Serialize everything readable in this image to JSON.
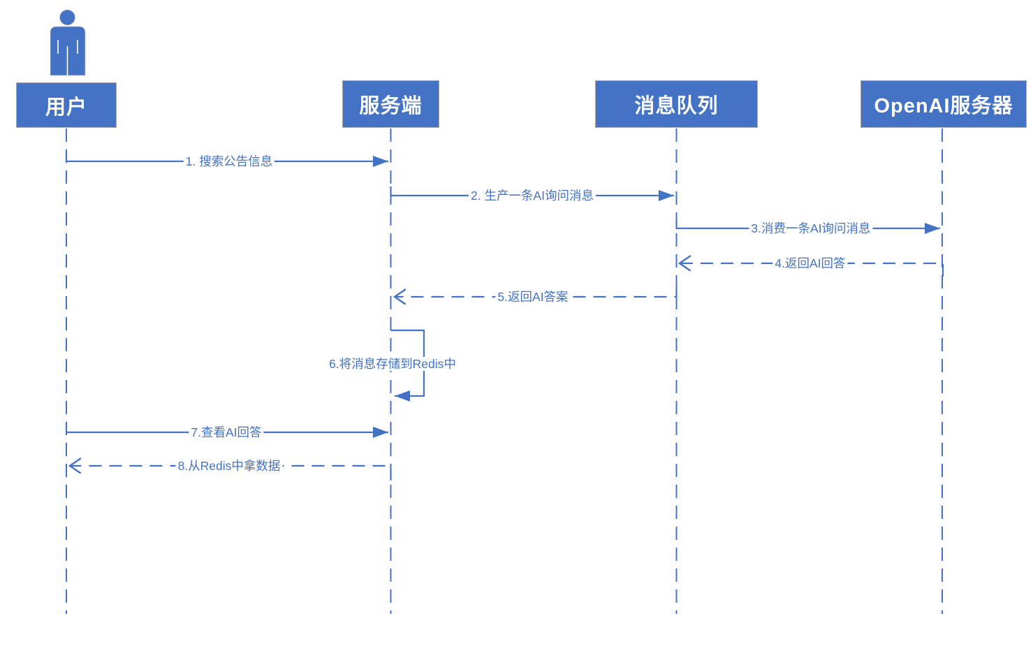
{
  "diagram": {
    "type": "sequence-diagram",
    "colors": {
      "accent": "#4472C4",
      "actor_box_fill": "#4472C4",
      "actor_box_border": "#A9A9A9",
      "actor_text": "#FFFFFF",
      "background": "#FFFFFF"
    },
    "actors": [
      {
        "name": "用户",
        "icon": "person-icon"
      },
      {
        "name": "服务端"
      },
      {
        "name": "消息队列"
      },
      {
        "name": "OpenAI服务器"
      }
    ],
    "messages": [
      {
        "seq": 1,
        "label": "1. 搜索公告信息",
        "from": "用户",
        "to": "服务端",
        "line": "solid",
        "arrowhead": "filled"
      },
      {
        "seq": 2,
        "label": "2. 生产一条AI询问消息",
        "from": "服务端",
        "to": "消息队列",
        "line": "solid",
        "arrowhead": "filled"
      },
      {
        "seq": 3,
        "label": "3.消费一条AI询问消息",
        "from": "消息队列",
        "to": "OpenAI服务器",
        "line": "solid",
        "arrowhead": "filled"
      },
      {
        "seq": 4,
        "label": "4.返回AI回答",
        "from": "OpenAI服务器",
        "to": "消息队列",
        "line": "dashed",
        "arrowhead": "open"
      },
      {
        "seq": 5,
        "label": "5.返回AI答案",
        "from": "消息队列",
        "to": "服务端",
        "line": "dashed",
        "arrowhead": "open"
      },
      {
        "seq": 6,
        "label": "6.将消息存储到Redis中",
        "from": "服务端",
        "to": "服务端",
        "line": "solid",
        "arrowhead": "filled"
      },
      {
        "seq": 7,
        "label": "7.查看AI回答",
        "from": "用户",
        "to": "服务端",
        "line": "solid",
        "arrowhead": "filled"
      },
      {
        "seq": 8,
        "label": "8.从Redis中拿数据",
        "from": "服务端",
        "to": "用户",
        "line": "dashed",
        "arrowhead": "open"
      }
    ]
  }
}
